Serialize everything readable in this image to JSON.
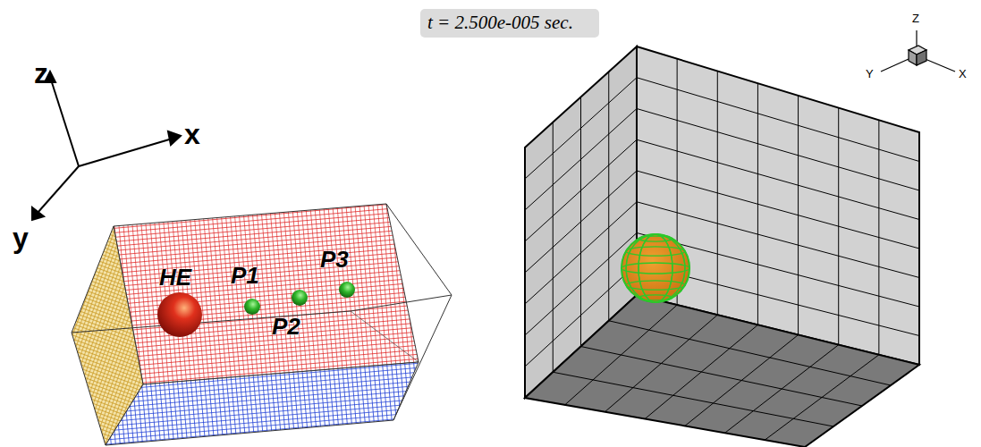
{
  "diagram": {
    "labels": [
      "z",
      "x",
      "y",
      "HE",
      "P1",
      "P2",
      "P3",
      "t = 2.500e-005 sec.",
      "Z",
      "Y",
      "X"
    ]
  }
}
